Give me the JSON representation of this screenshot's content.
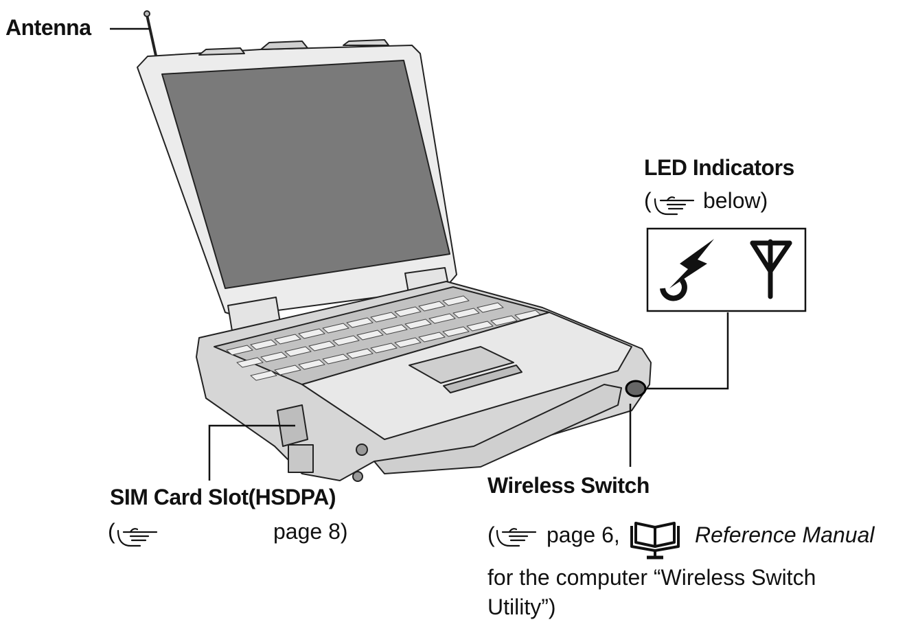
{
  "labels": {
    "antenna": "Antenna",
    "led_indicators": "LED Indicators",
    "led_ref_open": "(",
    "led_ref_text": "below)",
    "sim_slot": "SIM Card Slot(HSDPA)",
    "sim_ref_open": "(",
    "sim_ref_text": "page 8)",
    "wireless_switch": "Wireless Switch",
    "ws_ref_open": "(",
    "ws_ref_page": "page 6,",
    "ws_ref_manual": "Reference Manual",
    "ws_ref_line2": "for the computer “Wireless Switch",
    "ws_ref_line3": "Utility”)"
  },
  "icons": {
    "reference_pointer": "pointing-hand-icon",
    "manual": "book-on-screen-icon",
    "led_wireless": "wireless-ready-icon",
    "led_antenna": "antenna-icon"
  },
  "colors": {
    "line": "#111111",
    "body_fill": "#d9d9d9",
    "screen_fill": "#7a7a7a",
    "lid_fill": "#ededed"
  }
}
